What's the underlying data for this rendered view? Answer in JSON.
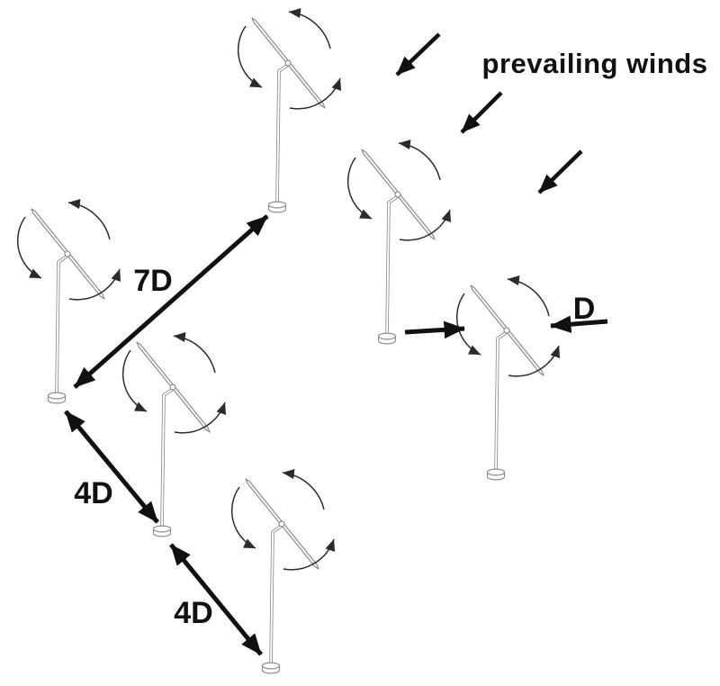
{
  "diagram": {
    "type": "wind-farm-turbine-spacing-diagram",
    "background_color": "#ffffff",
    "arrow_color": "#111111",
    "turbine_outline_color": "#8c8c8c",
    "rotation_arrow_color": "#2b2b2b",
    "labels": {
      "prevailing_winds": "prevailing winds",
      "downwind_spacing": "7D",
      "crosswind_spacing_1": "4D",
      "crosswind_spacing_2": "4D",
      "rotor_diameter": "D"
    },
    "turbines": [
      {
        "name": "turbine-back-row-left"
      },
      {
        "name": "turbine-back-row-right"
      },
      {
        "name": "turbine-middle-row-left"
      },
      {
        "name": "turbine-middle-row-right"
      },
      {
        "name": "turbine-front-row-left"
      },
      {
        "name": "turbine-front-row-right"
      }
    ],
    "wind_arrows": [
      "wind-direction-arrow",
      "wind-direction-arrow",
      "wind-direction-arrow"
    ]
  }
}
